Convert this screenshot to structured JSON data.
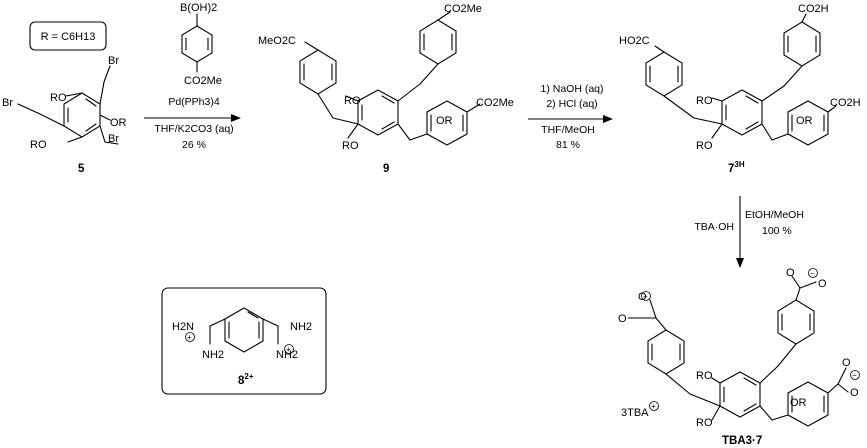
{
  "r_definition": "R = C6H13",
  "compounds": {
    "c5": {
      "label": "5",
      "substituents": [
        "Br",
        "Br",
        "Br",
        "RO",
        "OR",
        "RO"
      ]
    },
    "c9": {
      "label": "9",
      "substituents": [
        "CO2Me",
        "MeO2C",
        "CO2Me",
        "RO",
        "RO",
        "OR"
      ]
    },
    "c7": {
      "label": "7",
      "superscript": "3H",
      "substituents": [
        "CO2H",
        "HO2C",
        "CO2H",
        "RO",
        "RO",
        "OR"
      ]
    },
    "tba7": {
      "label": "TBA3·7",
      "substituents": [
        "O",
        "O",
        "O",
        "O",
        "O",
        "O",
        "RO",
        "RO",
        "OR"
      ],
      "counterion": "3TBA",
      "charges": [
        "−",
        "−",
        "−",
        "+"
      ]
    },
    "c8": {
      "label": "8",
      "superscript": "2+",
      "substituents": [
        "H2N",
        "NH2",
        "NH2",
        "NH2"
      ],
      "charges": [
        "+",
        "+"
      ]
    }
  },
  "reagents": {
    "boronic_top": "B(OH)2",
    "boronic_bottom": "CO2Me"
  },
  "steps": [
    {
      "lines": [
        "Pd(PPh3)4",
        "THF/K2CO3 (aq)",
        "26 %"
      ]
    },
    {
      "lines": [
        "1) NaOH (aq)",
        "2) HCl (aq)",
        "THF/MeOH",
        "81 %"
      ]
    },
    {
      "left": "TBA·OH",
      "right_lines": [
        "EtOH/MeOH",
        "100 %"
      ]
    }
  ]
}
